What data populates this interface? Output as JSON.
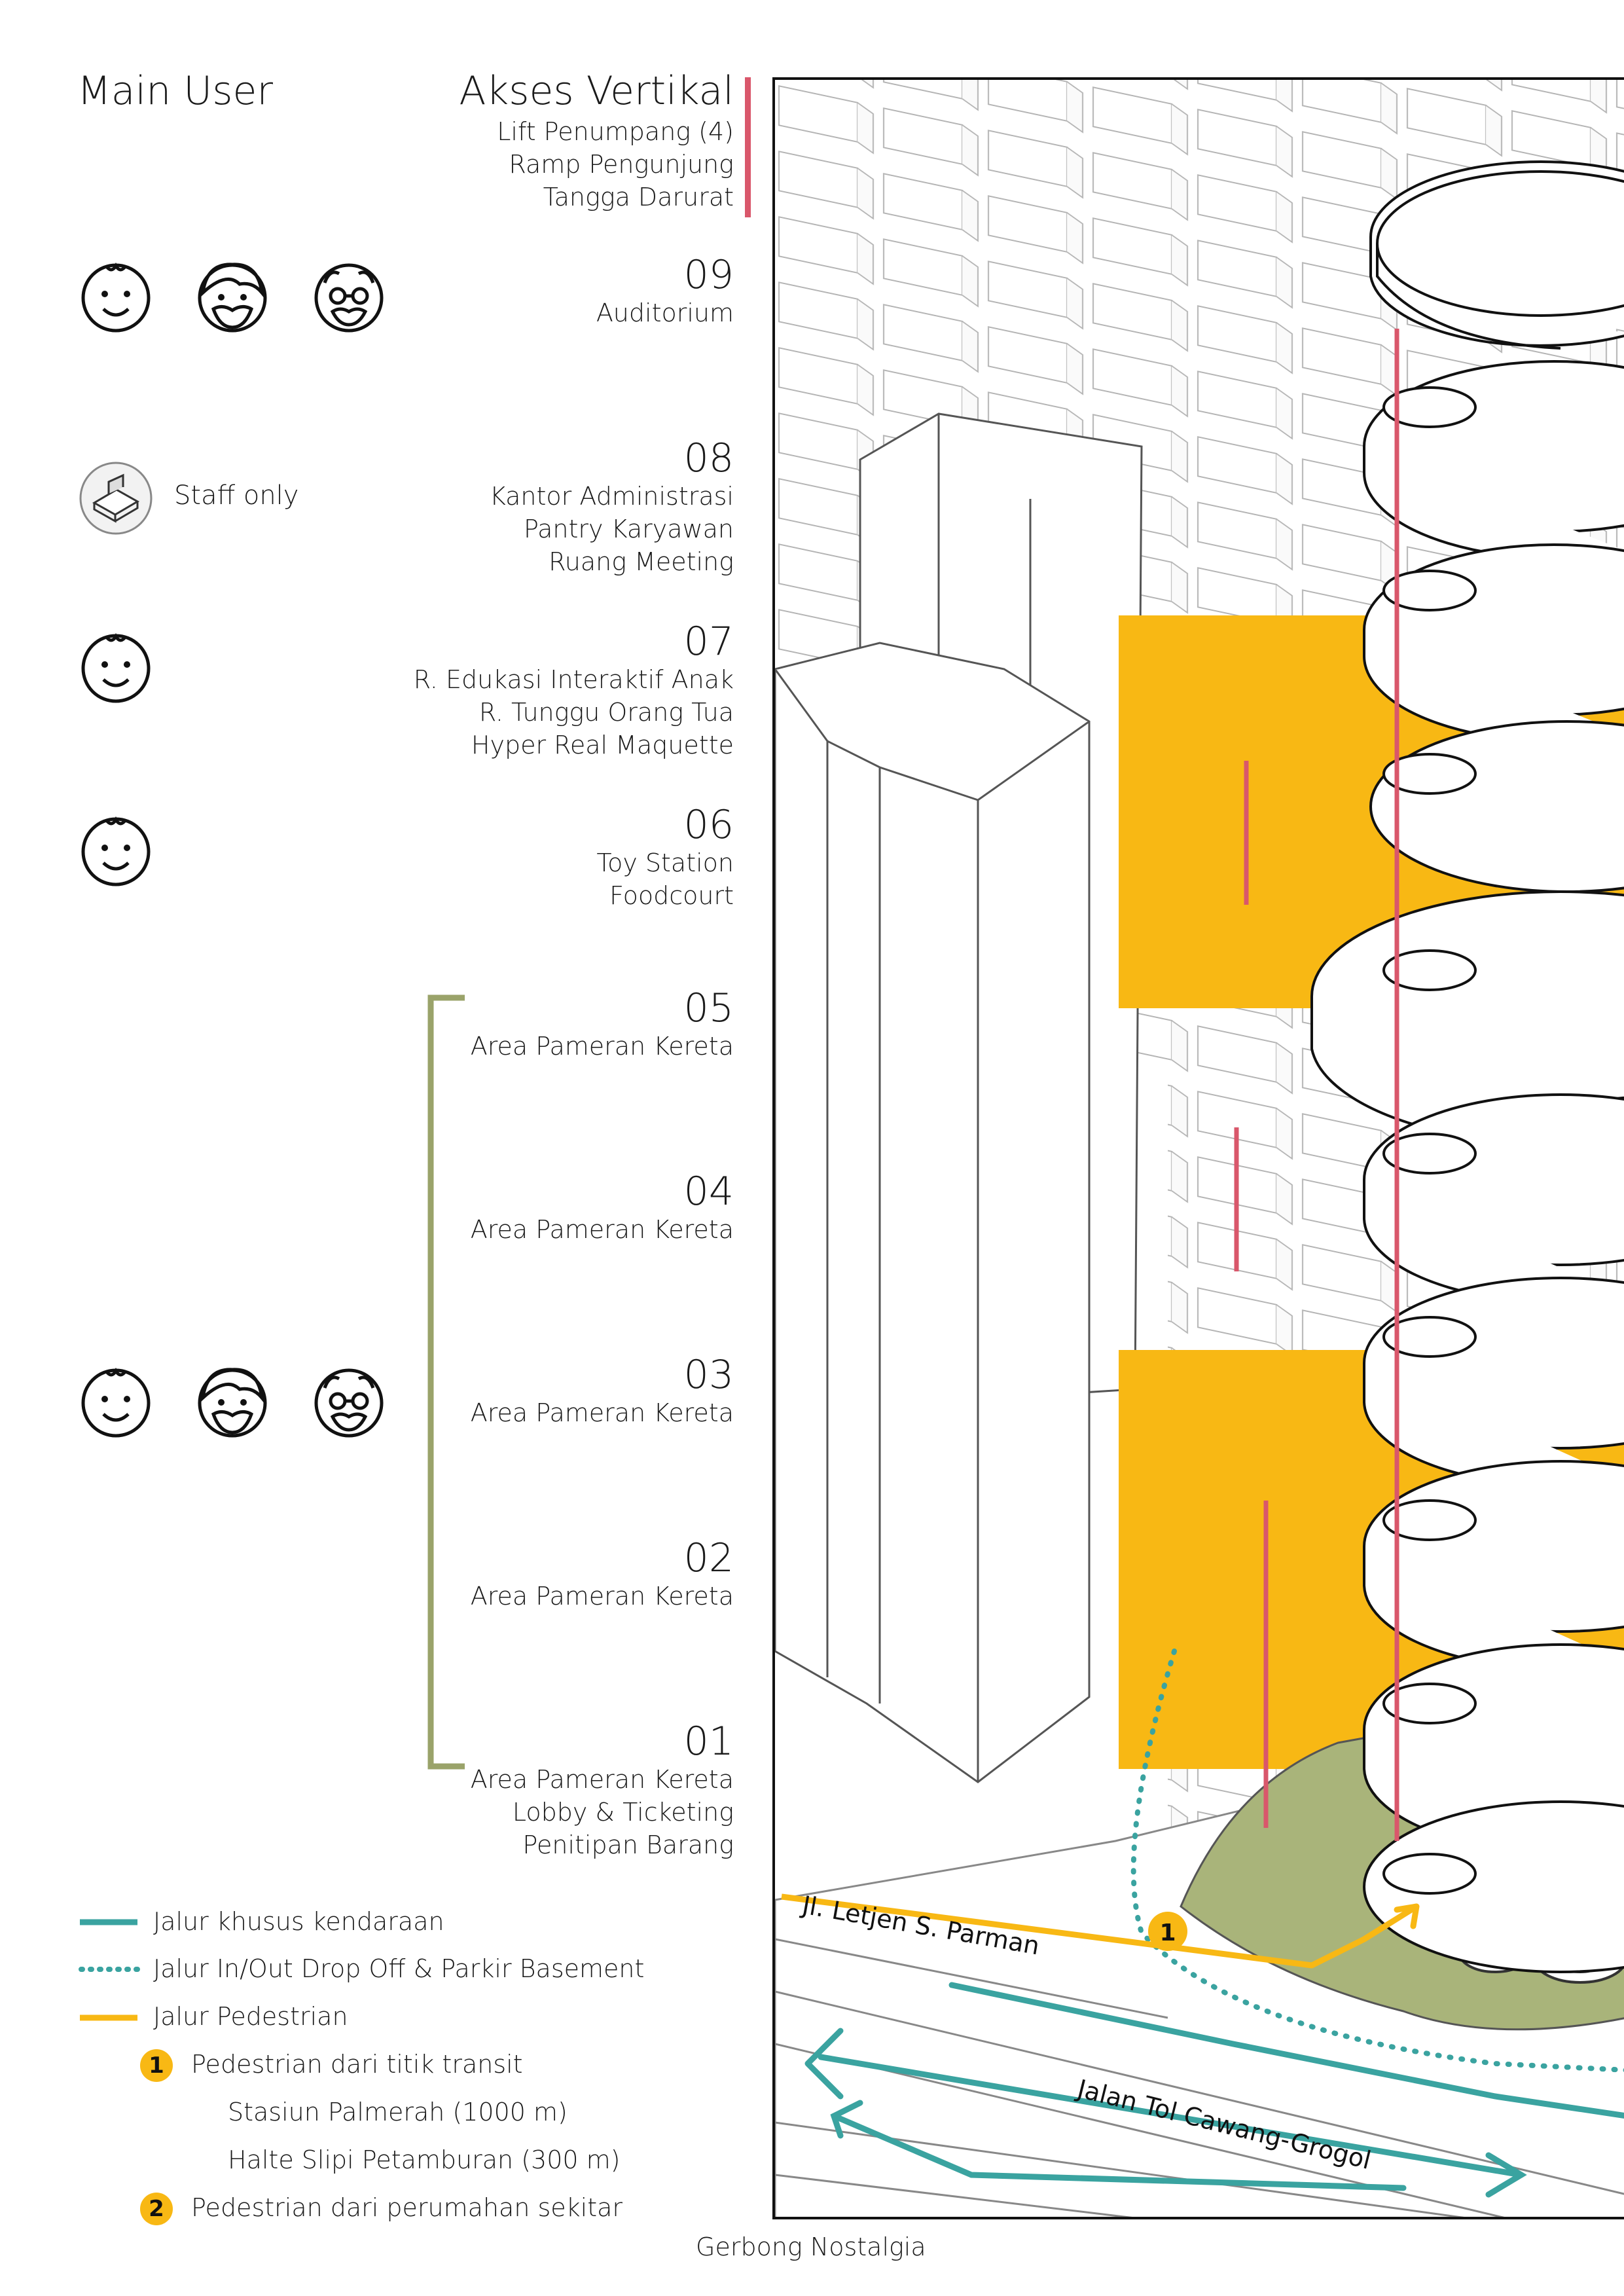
{
  "headers": {
    "main_user": "Main User",
    "vertical_access": "Akses Vertikal"
  },
  "vertical_access_items": [
    "Lift Penumpang (4)",
    "Ramp Pengunjung",
    "Tangga Darurat"
  ],
  "floors": [
    {
      "number": "09",
      "items": [
        "Auditorium"
      ],
      "users": [
        "child",
        "adult",
        "elder"
      ]
    },
    {
      "number": "08",
      "items": [
        "Kantor Administrasi",
        "Pantry Karyawan",
        "Ruang Meeting"
      ],
      "users": [
        "staff"
      ],
      "user_label": "Staff only"
    },
    {
      "number": "07",
      "items": [
        "R. Edukasi Interaktif Anak",
        "R. Tunggu Orang Tua",
        "Hyper Real Maquette"
      ],
      "users": [
        "child"
      ]
    },
    {
      "number": "06",
      "items": [
        "Toy Station",
        "Foodcourt"
      ],
      "users": [
        "child"
      ]
    },
    {
      "number": "05",
      "items": [
        "Area Pameran Kereta"
      ]
    },
    {
      "number": "04",
      "items": [
        "Area Pameran Kereta"
      ]
    },
    {
      "number": "03",
      "items": [
        "Area Pameran Kereta"
      ]
    },
    {
      "number": "02",
      "items": [
        "Area Pameran Kereta"
      ]
    },
    {
      "number": "01",
      "items": [
        "Area Pameran Kereta",
        "Lobby & Ticketing",
        "Penitipan Barang"
      ]
    }
  ],
  "legend": {
    "vehicle": "Jalur khusus kendaraan",
    "dropoff": "Jalur In/Out Drop Off & Parkir Basement",
    "pedestrian": "Jalur Pedestrian",
    "transit_badge": "1",
    "transit": "Pedestrian dari titik transit",
    "transit_sub1": "Stasiun Palmerah (1000 m)",
    "transit_sub2": "Halte Slipi Petamburan (300 m)",
    "housing_badge": "2",
    "housing": "Pedestrian dari perumahan sekitar"
  },
  "drawing": {
    "street_label": "Jl. Letjen S. Parman",
    "toll_label": "Jalan Tol Cawang-Grogol",
    "marker": "1"
  },
  "caption": "Gerbong Nostalgia",
  "colors": {
    "teal": "#3aa3a0",
    "yellow": "#f8b814",
    "red": "#d9576b",
    "olive": "#9aa36a",
    "green": "#a9b47a"
  }
}
